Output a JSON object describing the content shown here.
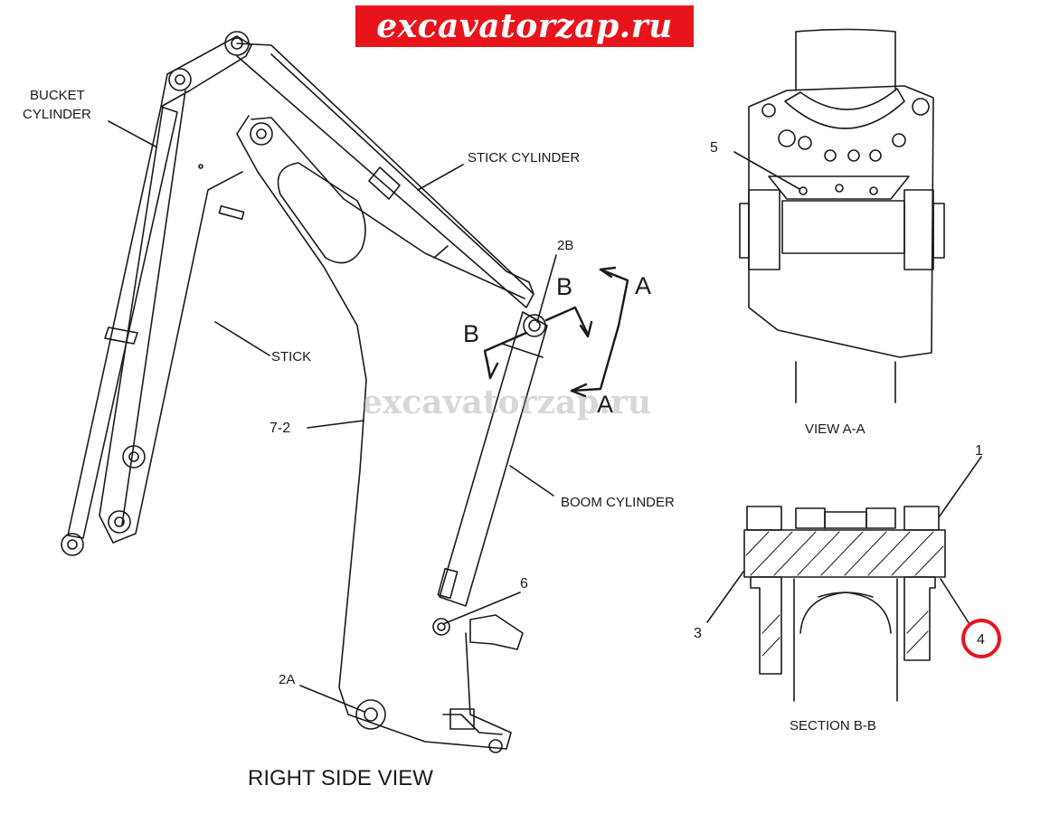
{
  "watermark_top": "excavatorzap.ru",
  "watermark_center": "excavatorzap.ru",
  "labels": {
    "bucket_cylinder_1": "BUCKET",
    "bucket_cylinder_2": "CYLINDER",
    "stick_cylinder": "STICK CYLINDER",
    "stick": "STICK",
    "boom_cylinder": "BOOM CYLINDER",
    "part_7_2": "7-2",
    "pin_2b": "2B",
    "pin_2a": "2A",
    "part_6": "6",
    "section_b_left": "B",
    "section_b_right": "B",
    "view_a_top": "A",
    "view_a_bottom": "A",
    "right_side_view": "RIGHT SIDE VIEW",
    "view_aa": "VIEW A-A",
    "part_5": "5",
    "section_bb": "SECTION B-B",
    "part_1": "1",
    "part_3": "3",
    "part_4": "4"
  },
  "colors": {
    "line": "#1a1a1a",
    "watermark_red": "#e8141c",
    "highlight_circle": "#e8141c"
  }
}
